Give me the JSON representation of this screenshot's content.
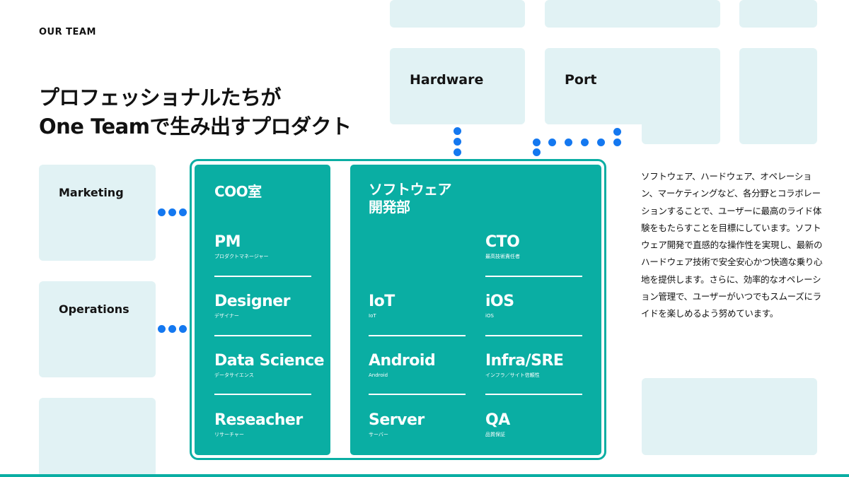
{
  "header": {
    "kicker": "OUR TEAM",
    "headline_line1": "プロフェッショナルたちが",
    "headline_line2": "One Teamで生み出すプロダクト"
  },
  "side_teams": {
    "marketing": "Marketing",
    "operations": "Operations",
    "hardware": "Hardware",
    "port": "Port"
  },
  "coo": {
    "title": "COO室",
    "roles": [
      {
        "en": "PM",
        "jp": "プロダクトマネージャー"
      },
      {
        "en": "Designer",
        "jp": "デザイナー"
      },
      {
        "en": "Data Science",
        "jp": "データサイエンス"
      },
      {
        "en": "Reseacher",
        "jp": "リサーチャー"
      }
    ]
  },
  "software": {
    "title_line1": "ソフトウェア",
    "title_line2": "開発部",
    "roles": [
      {
        "en": "CTO",
        "jp": "最高技術責任者"
      },
      {
        "en": "IoT",
        "jp": "IoT"
      },
      {
        "en": "iOS",
        "jp": "iOS"
      },
      {
        "en": "Android",
        "jp": "Android"
      },
      {
        "en": "Infra/SRE",
        "jp": "インフラ／サイト信頼性"
      },
      {
        "en": "Server",
        "jp": "サーバー"
      },
      {
        "en": "QA",
        "jp": "品質保証"
      }
    ]
  },
  "description": "ソフトウェア、ハードウェア、オペレーション、マーケティングなど、各分野とコラボレーションすることで、ユーザーに最高のライド体験をもたらすことを目標にしています。ソフトウェア開発で直感的な操作性を実現し、最新のハードウェア技術で安全安心かつ快適な乗り心地を提供します。さらに、効率的なオペレーション管理で、ユーザーがいつでもスムーズにライドを楽しめるよう努めています。",
  "colors": {
    "teal": "#0aaea3",
    "tile": "#e1f2f4",
    "connector_dot": "#1478f0"
  }
}
